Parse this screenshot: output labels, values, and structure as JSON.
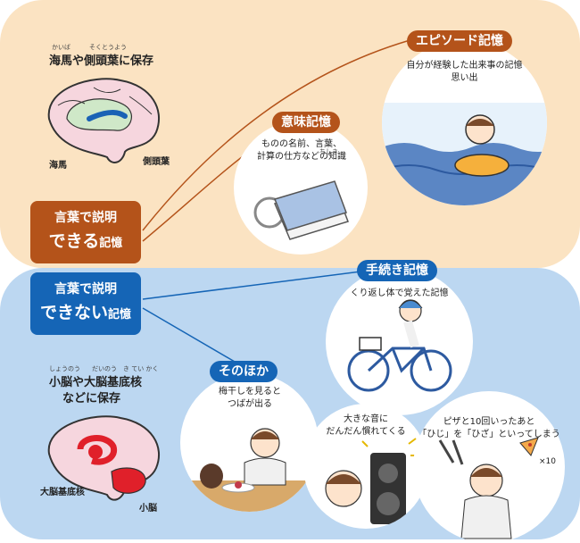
{
  "top_box": {
    "line1": "言葉で説明",
    "line2_big": "できる",
    "line2_small": "記憶"
  },
  "bottom_box": {
    "line1": "言葉で説明",
    "line2_big": "できない",
    "line2_small": "記憶"
  },
  "top_brain": {
    "title": "海馬や側頭葉に保存",
    "ruby_kaiba": "かいば",
    "ruby_sokutouyou": "そくとうよう",
    "label_kaiba": "海馬",
    "label_sokutouyou": "側頭葉"
  },
  "bottom_brain": {
    "title_line1": "小脳や大脳基底核",
    "title_line2": "などに保存",
    "ruby_shounou": "しょうのう",
    "ruby_dainou": "だいのう",
    "ruby_kitei": "き てい かく",
    "label_kitei": "大脳基底核",
    "label_shounou": "小脳"
  },
  "episode": {
    "title": "エピソード記憶",
    "line1": "自分が経験した出来事の記憶",
    "line2": "思い出"
  },
  "semantic": {
    "title": "意味記憶",
    "line1": "ものの名前、言葉、",
    "line2": "計算の仕方などの知識",
    "ruby_chishiki": "ちしき"
  },
  "procedural": {
    "title": "手続き記憶",
    "line1": "くり返し体で覚えた記憶"
  },
  "other": {
    "title": "そのほか",
    "ume_line1": "梅干しを見ると",
    "ume_line2": "つばが出る",
    "noise_line1": "大きな音に",
    "noise_line2": "だんだん慣れてくる",
    "pizza_line1": "ピザと10回いったあと",
    "pizza_line2": "「ひじ」を「ひざ」といってしまう",
    "pizza_count": "×10"
  },
  "colors": {
    "top_panel": "#fbe3c2",
    "bottom_panel": "#bcd7f1",
    "brown": "#b4531a",
    "blue": "#1565b6"
  }
}
